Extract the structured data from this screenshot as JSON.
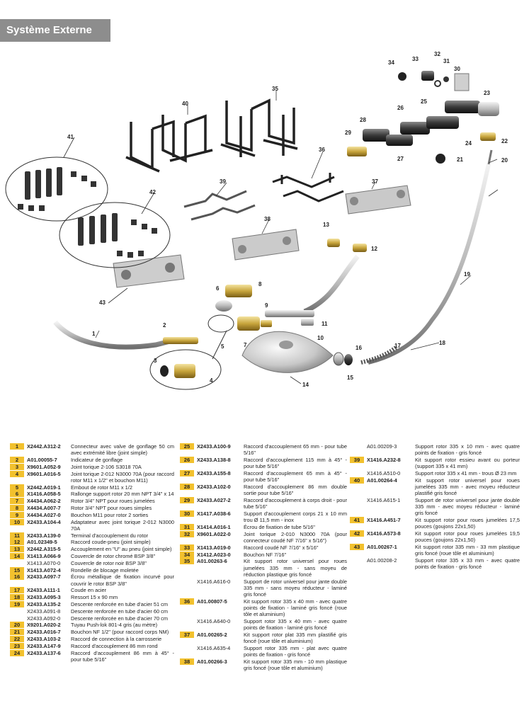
{
  "header": {
    "title": "Système Externe"
  },
  "callouts": [
    "1",
    "2",
    "3",
    "4",
    "5",
    "6",
    "7",
    "8",
    "9",
    "10",
    "11",
    "12",
    "13",
    "14",
    "15",
    "16",
    "17",
    "18",
    "19",
    "20",
    "21",
    "22",
    "23",
    "24",
    "25",
    "26",
    "27",
    "28",
    "29",
    "30",
    "31",
    "32",
    "33",
    "34",
    "35",
    "36",
    "37",
    "38",
    "39",
    "40",
    "41",
    "42",
    "43"
  ],
  "legend": {
    "col1": [
      {
        "n": "1",
        "code": "X2442.A312-2",
        "desc": "Connecteur avec valve de gonflage 50 cm avec extrémité libre (joint simple)"
      },
      {
        "n": "2",
        "code": "A01.00055-7",
        "desc": "Indicateur de gonflage"
      },
      {
        "n": "3",
        "code": "X9601.A052-9",
        "desc": "Joint torique 2-106 S3018 70A"
      },
      {
        "n": "4",
        "code": "X9601.A016-5",
        "desc": "Joint torique 2-012 N3000 70A (pour raccord rotor M11 x 1/2\" et bouchon M11)"
      },
      {
        "n": "5",
        "code": "X2442.A019-1",
        "desc": "Embout de rotor M11 x 1/2"
      },
      {
        "n": "6",
        "code": "X1416.A058-5",
        "desc": "Rallonge support rotor 20 mm NPT 3/4\" x 14"
      },
      {
        "n": "7",
        "code": "X4434.A062-2",
        "desc": "Rotor 3/4\" NPT pour roues jumelées"
      },
      {
        "n": "8",
        "code": "X4434.A007-7",
        "desc": "Rotor 3/4\" NPT pour roues simples"
      },
      {
        "n": "9",
        "code": "X4434.A027-0",
        "desc": "Bouchon M11 pour rotor 2 sorties"
      },
      {
        "n": "10",
        "code": "X2433.A104-4",
        "desc": "Adaptateur avec joint torique 2-012 N3000 70A"
      },
      {
        "n": "11",
        "code": "X2433.A139-0",
        "desc": "Terminal d'accouplement du rotor"
      },
      {
        "n": "12",
        "code": "A01.02349-5",
        "desc": "Raccord coude-pneu (joint simple)"
      },
      {
        "n": "13",
        "code": "X2442.A315-5",
        "desc": "Accouplement en \"U\" au pneu (joint simple)"
      },
      {
        "n": "14",
        "code": "X1413.A066-9",
        "desc": "Couvercle de rotor chromé BSP 3/8\""
      },
      {
        "n": "",
        "code": "X1413.A070-0",
        "desc": "Couvercle de rotor noir BSP 3/8\""
      },
      {
        "n": "15",
        "code": "X1413.A072-4",
        "desc": "Rondelle de blocage moletée"
      },
      {
        "n": "16",
        "code": "X2433.A097-7",
        "desc": "Écrou métallique de fixation incurvé pour couvrir le rotor BSP 3/8\""
      },
      {
        "n": "17",
        "code": "X2433.A111-1",
        "desc": "Coude en acier"
      },
      {
        "n": "18",
        "code": "X2433.A095-3",
        "desc": "Ressort 15 x 90 mm"
      },
      {
        "n": "19",
        "code": "X2433.A135-2",
        "desc": "Descente renforcée en tube d'acier 51 cm"
      },
      {
        "n": "",
        "code": "X2433.A091-8",
        "desc": "Descente renforcée en tube d'acier 60 cm"
      },
      {
        "n": "",
        "code": "X2433.A092-0",
        "desc": "Descente renforcée en tube d'acier 70 cm"
      },
      {
        "n": "20",
        "code": "X9201.A020-2",
        "desc": "Tuyau Push-lok 801-4 gris (au mètre)"
      },
      {
        "n": "21",
        "code": "X2433.A016-7",
        "desc": "Bouchon NF 1/2\" (pour raccord corps NM)"
      },
      {
        "n": "22",
        "code": "X2433.A103-2",
        "desc": "Raccord de connection à la carrosserie"
      },
      {
        "n": "23",
        "code": "X2433.A147-9",
        "desc": "Raccord d'accouplement 86 mm rond"
      },
      {
        "n": "24",
        "code": "X2433.A137-6",
        "desc": "Raccord d'accouplement 86 mm à 45° - pour tube 5/16\""
      }
    ],
    "col2": [
      {
        "n": "25",
        "code": "X2433.A100-9",
        "desc": "Raccord d'accouplement 65 mm - pour tube 5/16\""
      },
      {
        "n": "26",
        "code": "X2433.A138-8",
        "desc": "Raccord d'accouplement 115 mm à 45° - pour tube 5/16\""
      },
      {
        "n": "27",
        "code": "X2433.A155-8",
        "desc": "Raccord d'accouplement 65 mm à 45° - pour tube 5/16\""
      },
      {
        "n": "28",
        "code": "X2433.A102-0",
        "desc": "Raccord d'accouplement 86 mm double sortie pour tube 5/16\""
      },
      {
        "n": "29",
        "code": "X2433.A027-2",
        "desc": "Raccord d'accouplement à corps droit - pour tube 5/16\""
      },
      {
        "n": "30",
        "code": "X1417.A038-6",
        "desc": "Support d'accouplement corps 21 x 10 mm trou Ø 11,5 mm - inox"
      },
      {
        "n": "31",
        "code": "X1414.A016-1",
        "desc": "Écrou de fixation de tube 5/16\""
      },
      {
        "n": "32",
        "code": "X9601.A022-0",
        "desc": "Joint torique 2-010 N3000 70A (pour connecteur coudé NF 7/16\" x 5/16\")"
      },
      {
        "n": "33",
        "code": "X1413.A019-0",
        "desc": "Raccord coudé NF 7/16\" x 5/16\""
      },
      {
        "n": "34",
        "code": "X1412.A023-0",
        "desc": "Bouchon NF 7/16\""
      },
      {
        "n": "35",
        "code": "A01.00263-6",
        "desc": "Kit support rotor universel pour roues jumelées 335 mm - sans moyeu de réduction plastique gris foncé"
      },
      {
        "n": "",
        "code": "X1416.A616-0",
        "desc": "Support de rotor universel pour jante double 335 mm - sans moyeu réducteur - laminé gris foncé"
      },
      {
        "n": "36",
        "code": "A01.00807-5",
        "desc": "Kit support rotor 335 x 40 mm - avec quatre points de fixation - laminé gris foncé (roue tôle et aluminium)"
      },
      {
        "n": "",
        "code": "X1416.A640-0",
        "desc": "Support rotor 335 x 40 mm - avec quatre points de fixation - laminé gris foncé"
      },
      {
        "n": "37",
        "code": "A01.00265-2",
        "desc": "Kit support rotor plat 335 mm plastifié gris foncé (roue tôle et aluminium)"
      },
      {
        "n": "",
        "code": "X1416.A635-4",
        "desc": "Support rotor 335 mm - plat avec quatre points de fixation - gris foncé"
      },
      {
        "n": "38",
        "code": "A01.00266-3",
        "desc": "Kit support rotor 335 mm - 10 mm plastique gris foncé (roue tôle et aluminium)"
      }
    ],
    "col3": [
      {
        "n": "",
        "code": "A01.00209-3",
        "desc": "Support rotor 335 x 10 mm - avec quatre points de fixation - gris foncé"
      },
      {
        "n": "39",
        "code": "X1416.A232-8",
        "desc": "Kit support rotor essieu avant ou porteur (support 335 x 41 mm)"
      },
      {
        "n": "",
        "code": "X1416.A510-0",
        "desc": "Support rotor 335 x 41 mm - trous Ø 23 mm"
      },
      {
        "n": "40",
        "code": "A01.00264-4",
        "desc": "Kit support rotor universel pour roues jumelées 335 mm - avec moyeu réducteur plastifié gris foncé"
      },
      {
        "n": "",
        "code": "X1416.A615-1",
        "desc": "Support de rotor universel pour jante double 335 mm - avec moyeu réducteur - laminé gris foncé"
      },
      {
        "n": "41",
        "code": "X1416.A451-7",
        "desc": "Kit support rotor pour roues jumelées 17,5 pouces (goujons 22x1,50)"
      },
      {
        "n": "42",
        "code": "X1416.A573-8",
        "desc": "Kit support rotor pour roues jumelées 19,5 pouces (goujons 22x1,50)"
      },
      {
        "n": "43",
        "code": "A01.00267-1",
        "desc": "Kit support rotor 335 mm - 33 mm plastique gris foncé (roue tôle et aluminium)"
      },
      {
        "n": "",
        "code": "A01.00208-2",
        "desc": "Support rotor 335 x 33 mm - avec quatre points de fixation - gris foncé"
      }
    ]
  }
}
